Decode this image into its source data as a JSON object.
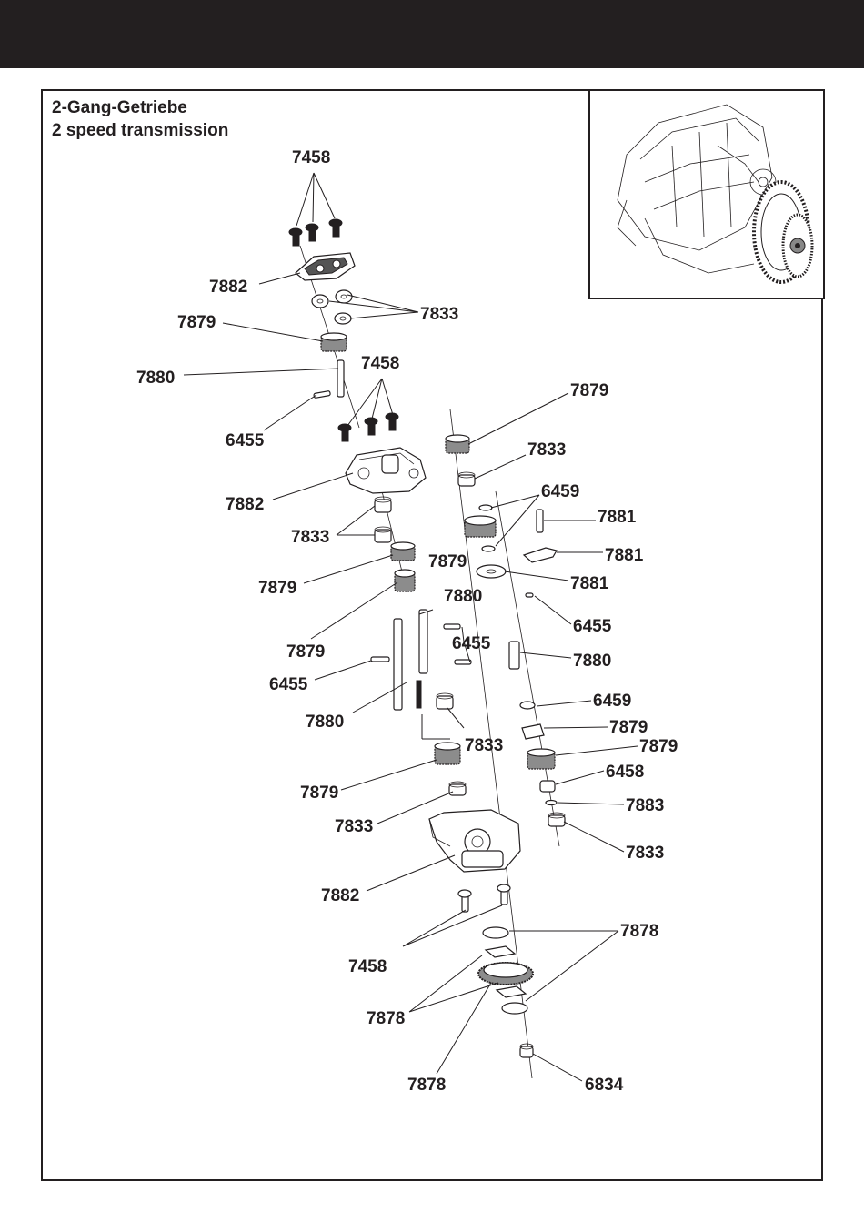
{
  "header": {
    "title_de": "2-Gang-Getriebe",
    "title_en": "2 speed transmission"
  },
  "part_labels": {
    "screws_top": "7458",
    "cover_top": "7882",
    "bearings_top": "7833",
    "gear_top": "7879",
    "shaft_top": "7880",
    "pin_top": "6455",
    "screws_mid": "7458",
    "housing_mid": "7882",
    "bearings_mid": "7833",
    "gear_mid_a": "7879",
    "gear_mid_b": "7879",
    "pin_mid": "6455",
    "shaft_mid": "7880",
    "shaft_center": "7880",
    "pin_center": "6455",
    "bearing_center": "7833",
    "gear_right_top": "7879",
    "bearing_right_top": "7833",
    "circlip_right_top": "6459",
    "pin_right": "7881",
    "fork_right": "7881",
    "gear_right_second": "7879",
    "collar_right": "7881",
    "pin_right_mid": "6455",
    "shaft_right": "7880",
    "circlip_right_low": "6459",
    "dog_right": "7879",
    "gear_right_low": "7879",
    "washer_right": "6458",
    "clip_right": "7883",
    "bearing_right_low": "7833",
    "gear_low": "7879",
    "bearing_low": "7833",
    "housing_low": "7882",
    "washer_spur": "7878",
    "screws_low": "7458",
    "spur_set": "7878",
    "spur_gear": "7878",
    "nut": "6834"
  }
}
